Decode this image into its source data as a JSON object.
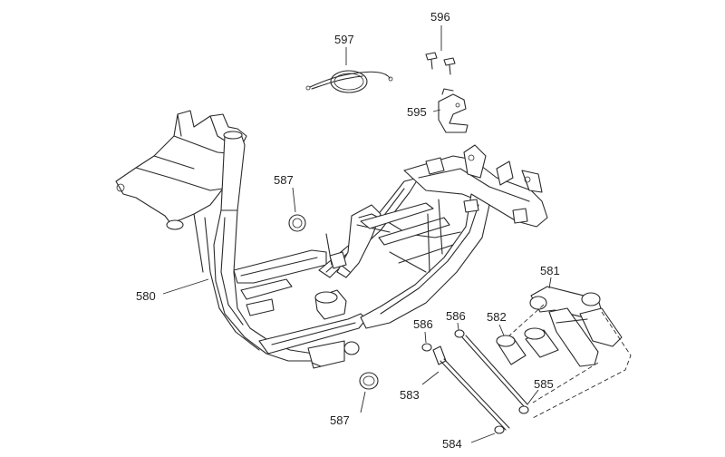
{
  "diagram": {
    "callouts": [
      {
        "id": "c596",
        "text": "596"
      },
      {
        "id": "c597",
        "text": "597"
      },
      {
        "id": "c595",
        "text": "595"
      },
      {
        "id": "c587a",
        "text": "587"
      },
      {
        "id": "c581",
        "text": "581"
      },
      {
        "id": "c580",
        "text": "580"
      },
      {
        "id": "c586a",
        "text": "586"
      },
      {
        "id": "c586b",
        "text": "586"
      },
      {
        "id": "c582",
        "text": "582"
      },
      {
        "id": "c583",
        "text": "583"
      },
      {
        "id": "c585",
        "text": "585"
      },
      {
        "id": "c587b",
        "text": "587"
      },
      {
        "id": "c584",
        "text": "584"
      }
    ]
  }
}
